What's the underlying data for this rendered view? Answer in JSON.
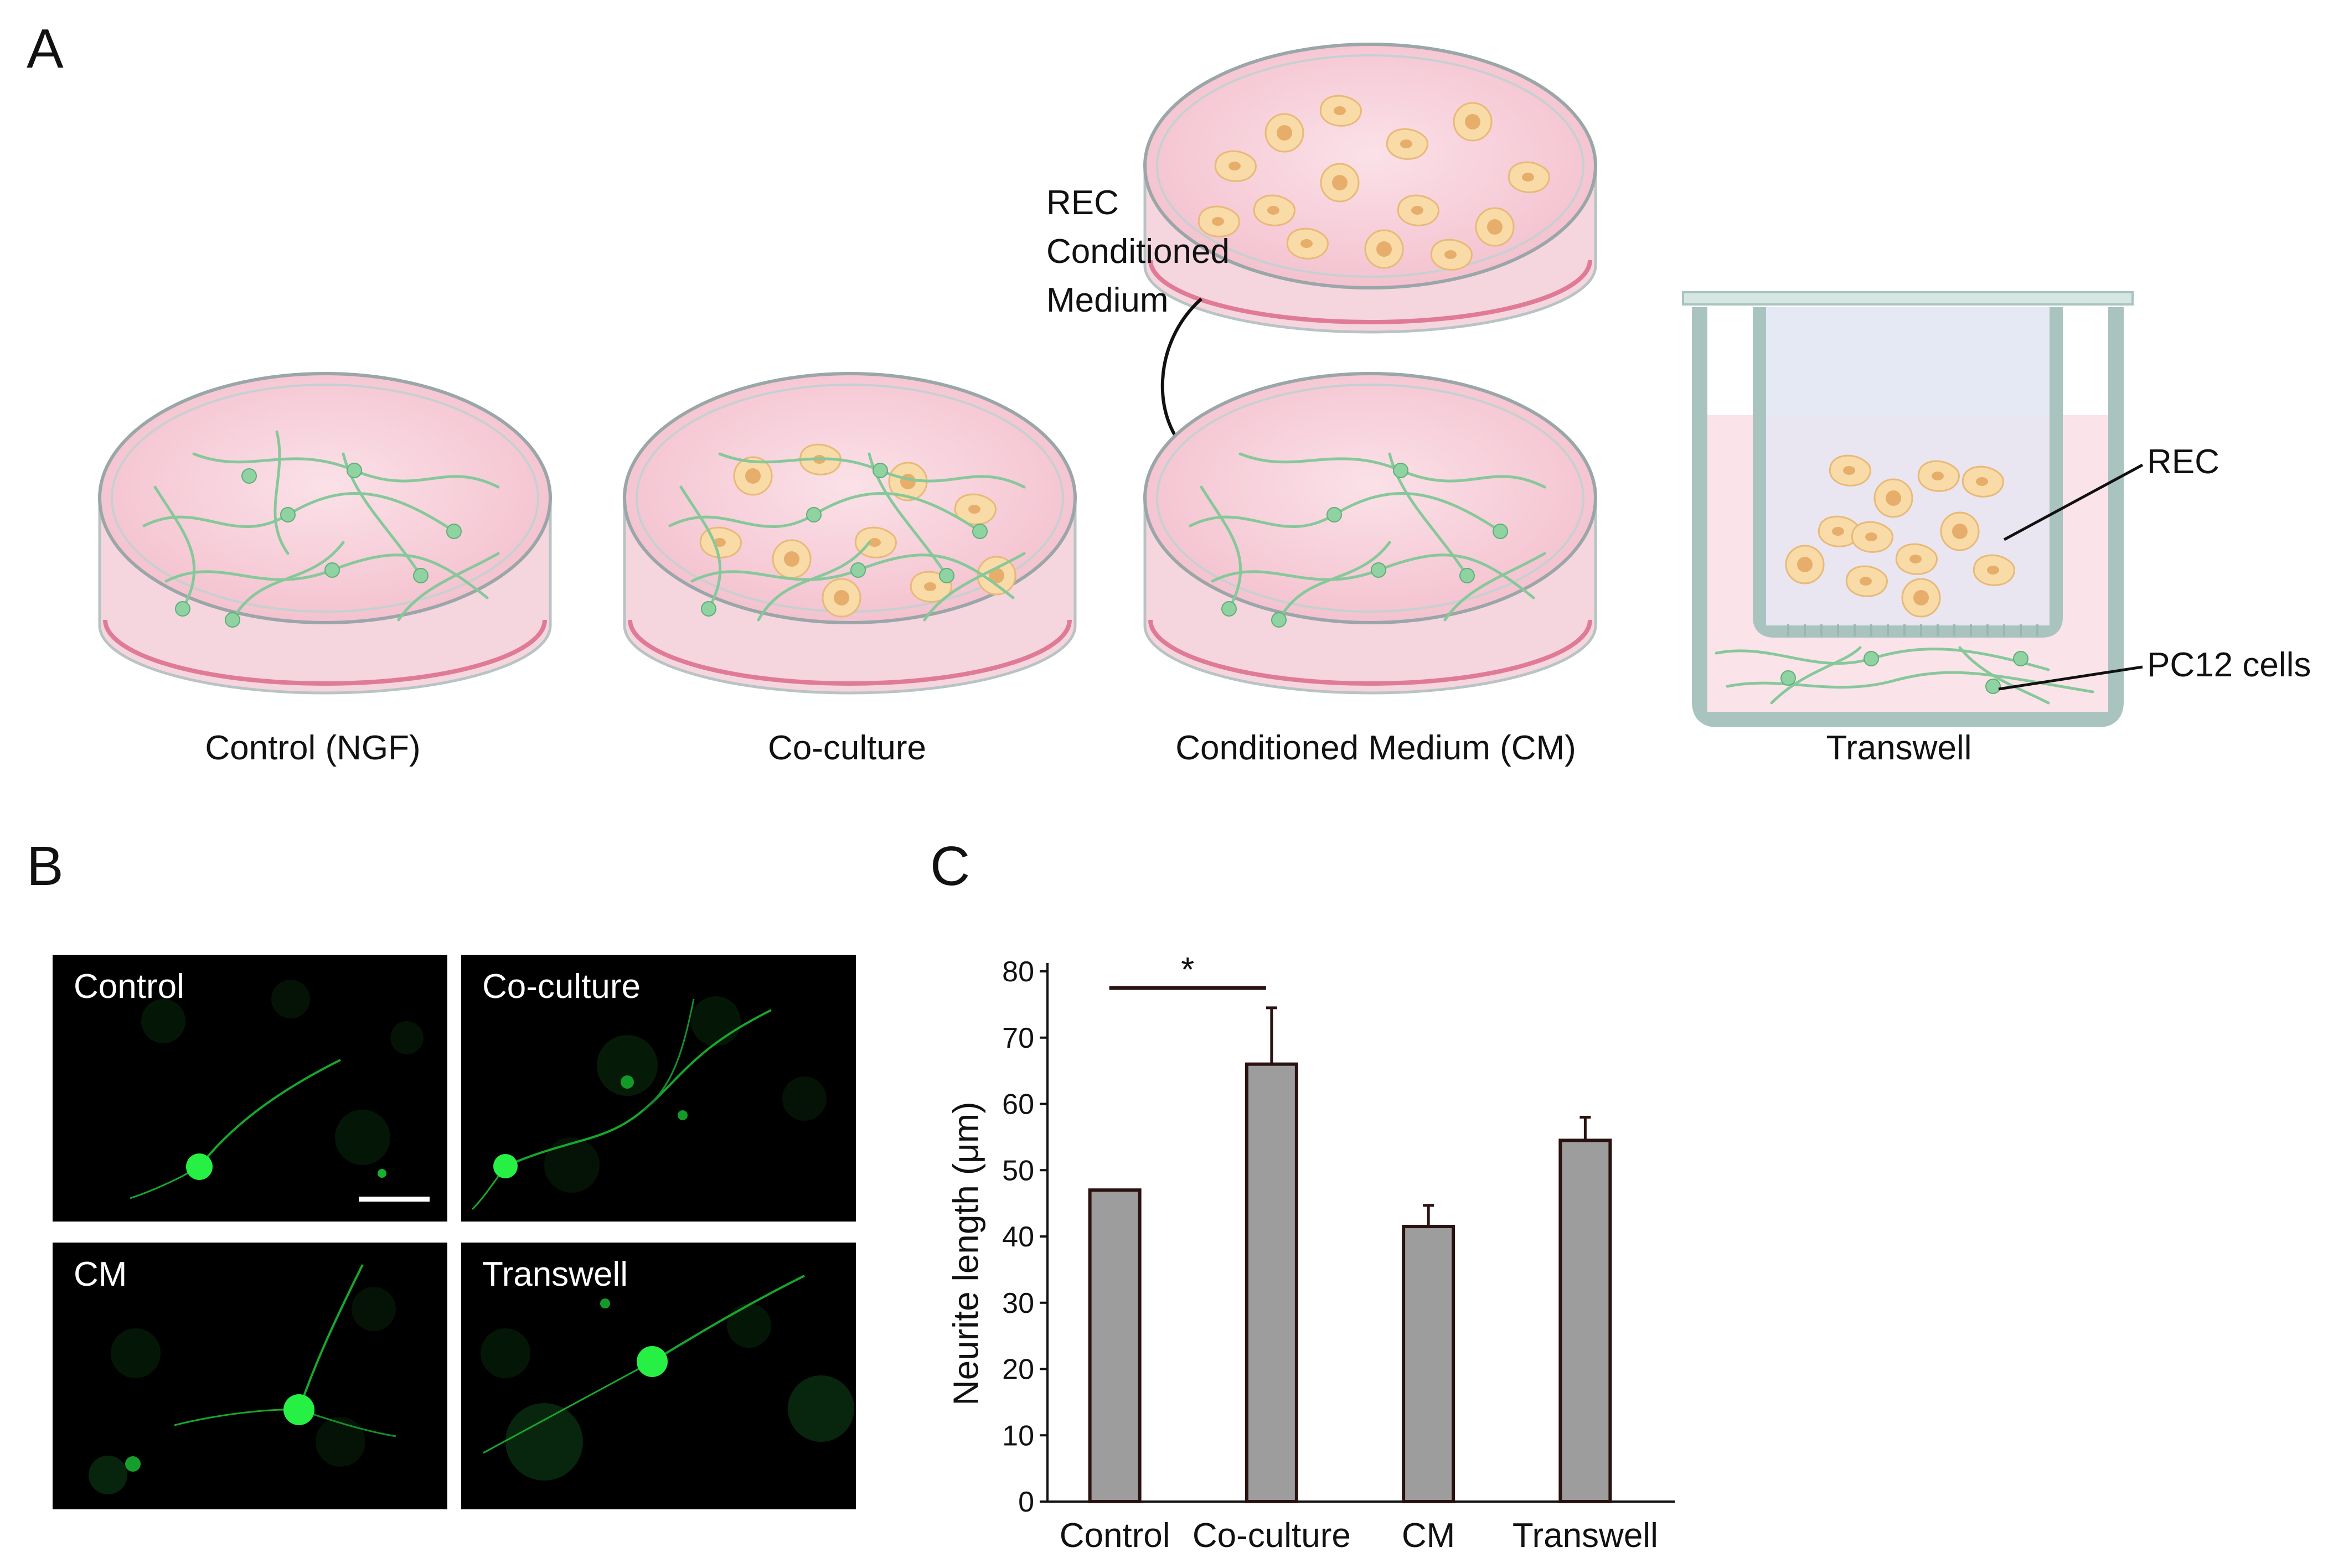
{
  "panel_a": {
    "letter": "A",
    "dish_labels": [
      "Control (NGF)",
      "Co-culture",
      "Conditioned Medium (CM)",
      "Transwell"
    ],
    "cm_transfer_label": [
      "REC",
      "Conditioned",
      "Medium"
    ],
    "transwell_callouts": {
      "rec": "REC",
      "pc12": "PC12 cells"
    },
    "colors": {
      "medium": "#f7cdd8",
      "medium_edge": "#e06b8b",
      "neurite": "#7fc592",
      "rec_cell": "#f9d9a3",
      "rec_nucleus": "#e9b06a",
      "transwell_wall": "#cfe1de"
    }
  },
  "panel_b": {
    "letter": "B",
    "images": [
      {
        "label": "Control",
        "scale_bar": true
      },
      {
        "label": "Co-culture",
        "scale_bar": false
      },
      {
        "label": "CM",
        "scale_bar": false
      },
      {
        "label": "Transwell",
        "scale_bar": false
      }
    ],
    "colors": {
      "fluorescence": "#1fe03a",
      "background": "#000000"
    }
  },
  "panel_c": {
    "letter": "C",
    "chart_data": {
      "type": "bar",
      "categories": [
        "Control",
        "Co-culture",
        "CM",
        "Transwell"
      ],
      "values": [
        47,
        66,
        41.5,
        54.5
      ],
      "errors": [
        0,
        8.5,
        3.2,
        3.5
      ],
      "ylabel": "Neurite length (μm)",
      "ylim": [
        0,
        80
      ],
      "yticks": [
        0,
        10,
        20,
        30,
        40,
        50,
        60,
        70,
        80
      ],
      "grid": false,
      "bar_color": "#9d9d9d",
      "bar_edge_color": "#2a1210",
      "significance": {
        "from": "Control",
        "to": "Co-culture",
        "label": "*"
      }
    }
  }
}
